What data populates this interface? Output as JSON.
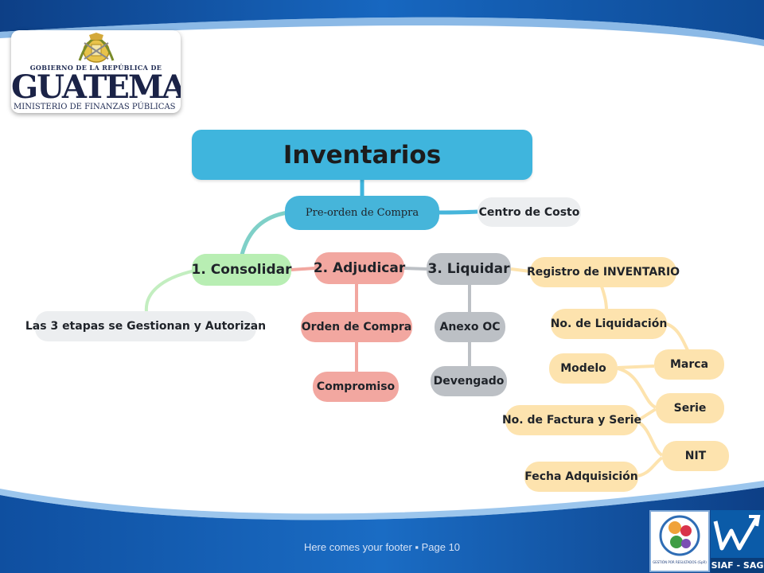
{
  "logo": {
    "top_line": "GOBIERNO DE LA REPÚBLICA DE",
    "main": "GUATEMALA",
    "bottom_line": "MINISTERIO DE FINANZAS PÚBLICAS"
  },
  "mindmap": {
    "root": "Inventarios",
    "preorden": "Pre-orden de Compra",
    "centro_costo": "Centro de Costo",
    "consolidar": "1. Consolidar",
    "adjudicar": "2. Adjudicar",
    "liquidar": "3. Liquidar",
    "etapas": "Las 3 etapas se Gestionan y Autorizan",
    "orden_compra": "Orden de Compra",
    "compromiso": "Compromiso",
    "anexo_oc": "Anexo OC",
    "devengado": "Devengado",
    "registro_inventario": "Registro de INVENTARIO",
    "no_liquidacion": "No. de Liquidación",
    "marca": "Marca",
    "modelo": "Modelo",
    "serie": "Serie",
    "no_factura": "No. de Factura y Serie",
    "nit": "NIT",
    "fecha_adquisicion": "Fecha Adquisición"
  },
  "footer": {
    "text": "Here comes your footer  ▪  Page 10"
  },
  "badges": {
    "gpr_caption": "GESTIÓN POR RESULTADOS (GpR)",
    "siaf": "SIAF - SAG"
  },
  "colors": {
    "header_blue": "#1a63b4",
    "root_blue": "#3fb5dd",
    "green": "#b8eeb3",
    "red": "#f2a7a0",
    "gray": "#bcc0c5",
    "yellow": "#fde3ae"
  }
}
